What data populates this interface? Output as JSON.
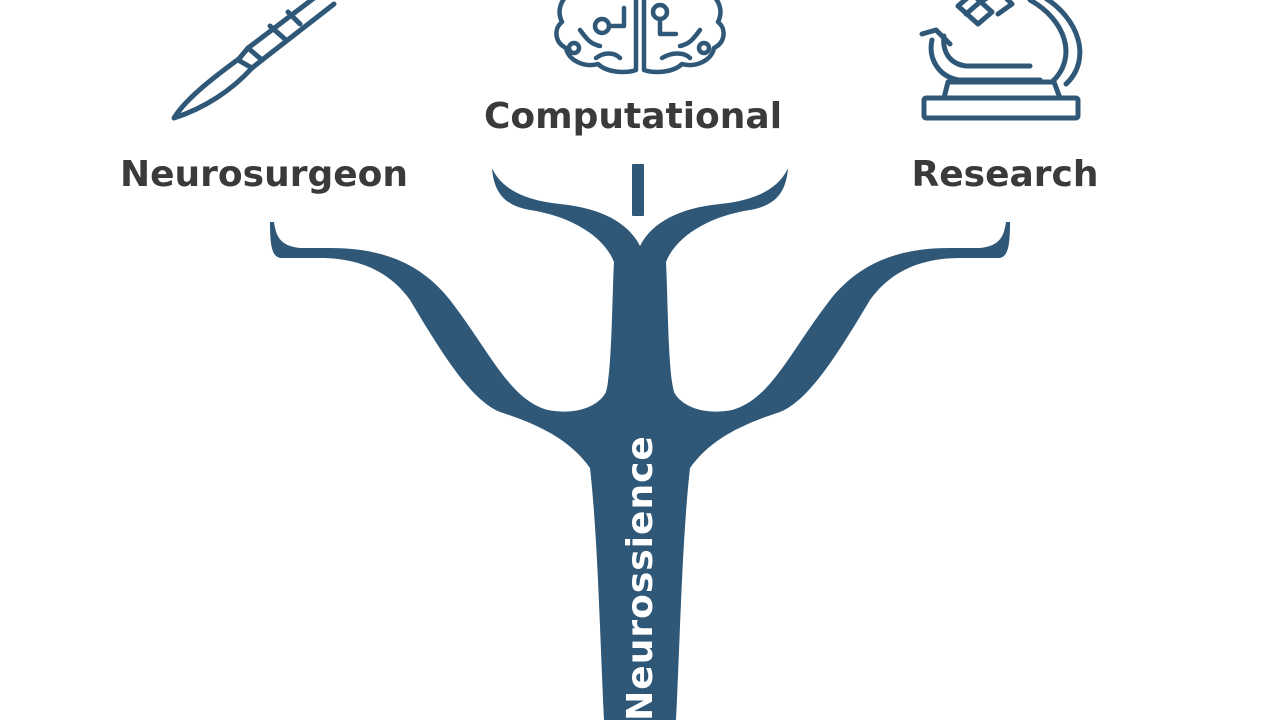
{
  "colors": {
    "trunk": "#2f5878",
    "text": "#3a3a3a",
    "trunk_text": "#ffffff",
    "background": "#ffffff"
  },
  "branches": [
    {
      "label": "Neurosurgeon",
      "icon": "scalpel-icon"
    },
    {
      "label": "Computational",
      "icon": "brain-circuit-icon"
    },
    {
      "label": "Research",
      "icon": "microscope-icon"
    }
  ],
  "trunk": {
    "label": "Neurossience"
  }
}
